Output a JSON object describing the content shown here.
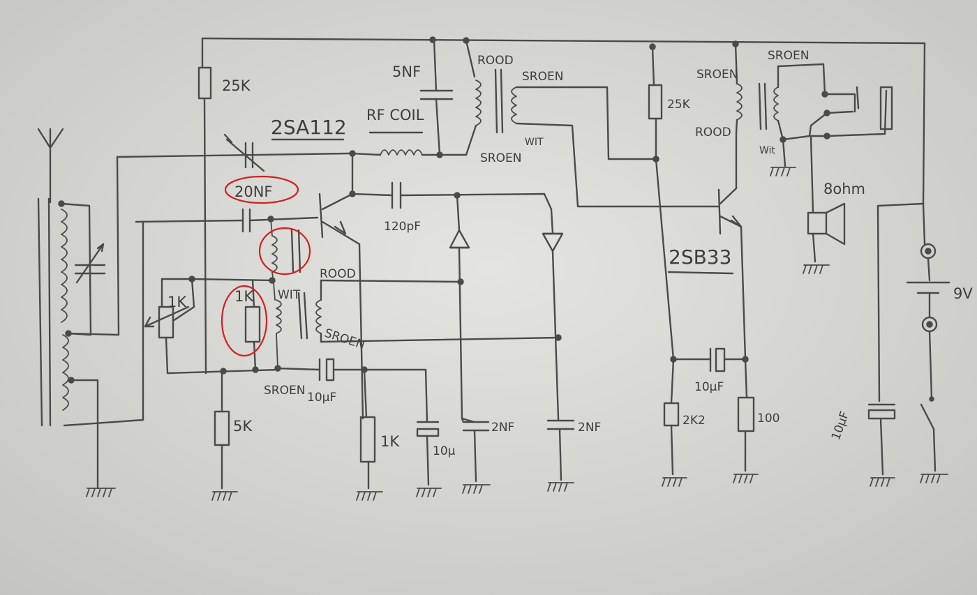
{
  "labels": {
    "r25k_left": "25K",
    "cap_5nf": "5NF",
    "rood_top": "ROOD",
    "sroen_top": "SROEN",
    "wit_top": "WIT",
    "sroen_mid": "SROEN",
    "transistor1": "2SA112",
    "rf_coil": "RF COIL",
    "cap_20nf": "20NF",
    "cap_120pf": "120pF",
    "r1k_left": "1K",
    "r1k_mid": "1K",
    "wit_mid": "WIT",
    "rood_mid": "ROOD",
    "sroen_coil": "SROEN",
    "sroen_bottom": "SROEN",
    "cap_10uf_a": "10µF",
    "r5k": "5K",
    "r1k_bottom": "1K",
    "cap_10u": "10µ",
    "cap_2nf_a": "2NF",
    "cap_2nf_b": "2NF",
    "r25k_right": "25K",
    "sroen_right": "SROEN",
    "rood_right": "ROOD",
    "sroen_far": "SROEN",
    "wit_right": "Wit",
    "transistor2": "2SB33",
    "cap_10uf_b": "10µF",
    "r2k2": "2K2",
    "r100": "100",
    "speaker": "8ohm",
    "battery": "9V",
    "cap_10uf_c": "10µF"
  },
  "colors": {
    "paper": "#d6d6d2",
    "pencil": "#4a4a4a",
    "highlight": "#d42020"
  }
}
